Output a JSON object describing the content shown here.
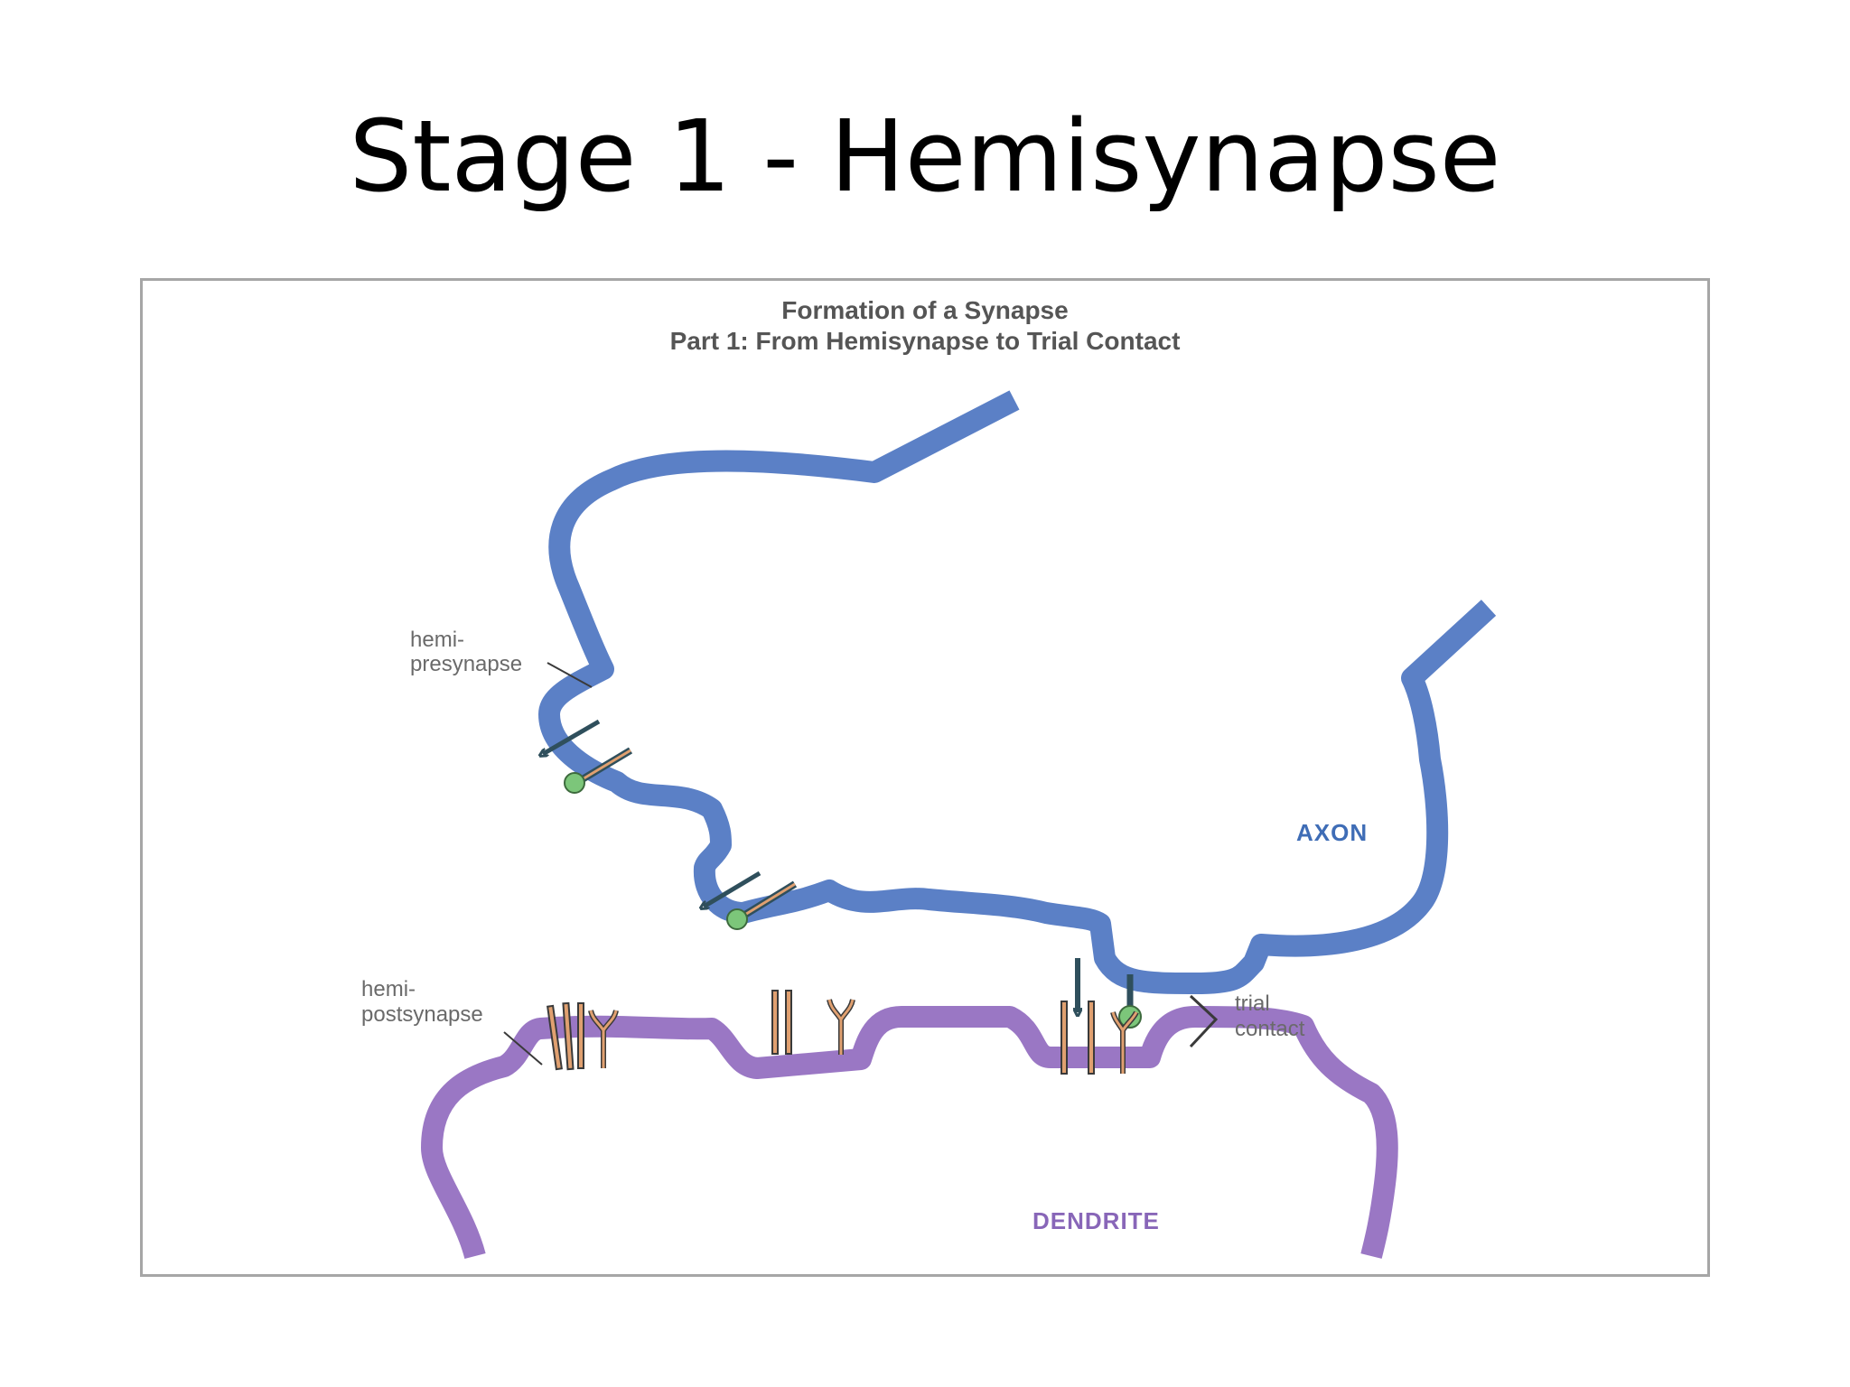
{
  "slide": {
    "title": "Stage 1 - Hemisynapse"
  },
  "figure": {
    "title_line1": "Formation of a Synapse",
    "title_line2": "Part 1: From Hemisynapse to Trial Contact",
    "labels": {
      "hemi_presynapse_line1": "hemi-",
      "hemi_presynapse_line2": "presynapse",
      "hemi_postsynapse_line1": "hemi-",
      "hemi_postsynapse_line2": "postsynapse",
      "trial_contact_line1": "trial",
      "trial_contact_line2": "contact",
      "axon": "AXON",
      "dendrite": "DENDRITE"
    },
    "colors": {
      "axon": "#5b80c6",
      "axon_label": "#3f6db6",
      "dendrite": "#9a77c4",
      "dendrite_label": "#8866b8",
      "molecule_green": "#7cc67a",
      "arrow": "#2f4f5c",
      "receptor_orange": "#e0a070"
    }
  }
}
